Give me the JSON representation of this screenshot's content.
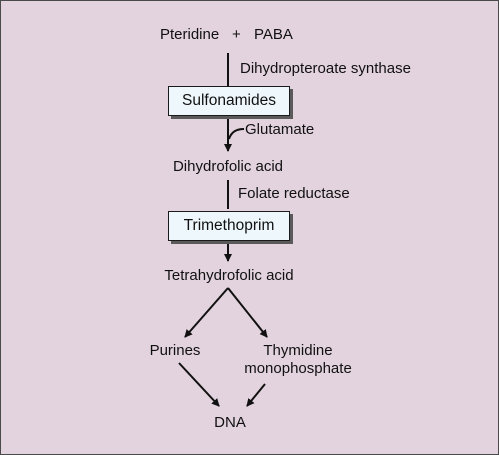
{
  "nodes": {
    "pteridine": "Pteridine",
    "plus": "+",
    "paba": "PABA",
    "dihydrofolic_acid": "Dihydrofolic acid",
    "tetrahydrofolic_acid": "Tetrahydrofolic acid",
    "purines": "Purines",
    "thymidine_line1": "Thymidine",
    "thymidine_line2": "monophosphate",
    "dna": "DNA"
  },
  "enzymes": {
    "dihydropteroate_synthase": "Dihydropteroate synthase",
    "folate_reductase": "Folate reductase"
  },
  "cofactors": {
    "glutamate": "Glutamate"
  },
  "inhibitors": {
    "sulfonamides": "Sulfonamides",
    "trimethoprim": "Trimethoprim"
  },
  "colors": {
    "background": "#e3d3de",
    "inhibitor_box": "#eef7fb",
    "line": "#111111"
  }
}
